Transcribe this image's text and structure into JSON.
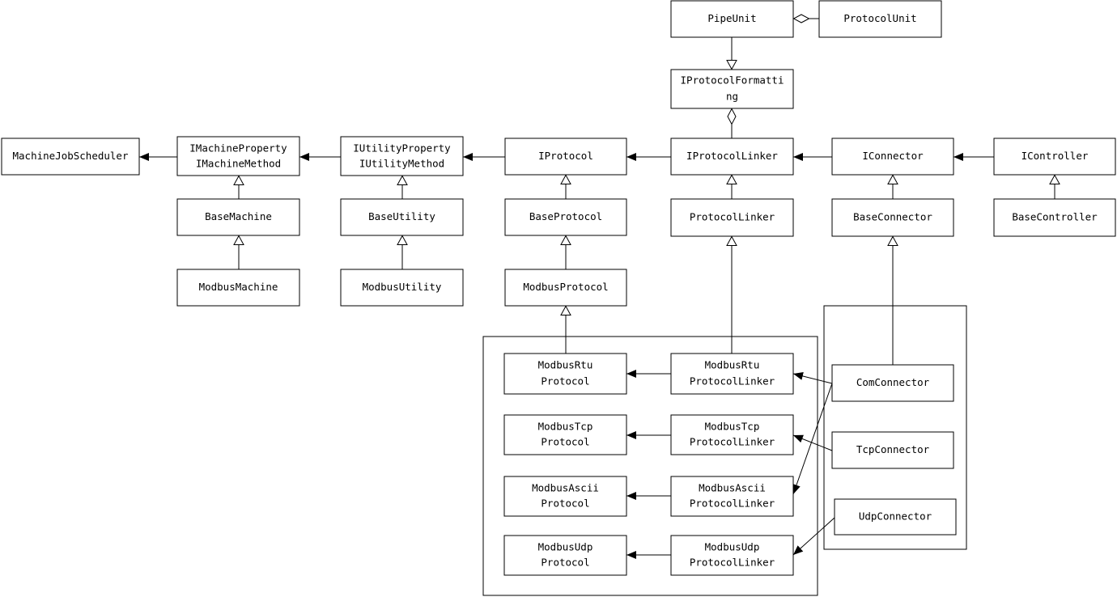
{
  "diagram": {
    "classes": [
      {
        "id": "pipeunit",
        "lines": [
          "PipeUnit"
        ]
      },
      {
        "id": "protocolunit",
        "lines": [
          "ProtocolUnit"
        ]
      },
      {
        "id": "iprotocolformatting",
        "lines": [
          "IProtocolFormatti",
          "ng"
        ]
      },
      {
        "id": "machinejobscheduler",
        "lines": [
          "MachineJobScheduler"
        ]
      },
      {
        "id": "imachine",
        "lines": [
          "IMachineProperty",
          "IMachineMethod"
        ]
      },
      {
        "id": "iutility",
        "lines": [
          "IUtilityProperty",
          "IUtilityMethod"
        ]
      },
      {
        "id": "iprotocol",
        "lines": [
          "IProtocol"
        ]
      },
      {
        "id": "iprotocollinker",
        "lines": [
          "IProtocolLinker"
        ]
      },
      {
        "id": "iconnector",
        "lines": [
          "IConnector"
        ]
      },
      {
        "id": "icontroller",
        "lines": [
          "IController"
        ]
      },
      {
        "id": "basemachine",
        "lines": [
          "BaseMachine"
        ]
      },
      {
        "id": "baseutility",
        "lines": [
          "BaseUtility"
        ]
      },
      {
        "id": "baseprotocol",
        "lines": [
          "BaseProtocol"
        ]
      },
      {
        "id": "protocollinker",
        "lines": [
          "ProtocolLinker"
        ]
      },
      {
        "id": "baseconnector",
        "lines": [
          "BaseConnector"
        ]
      },
      {
        "id": "basecontroller",
        "lines": [
          "BaseController"
        ]
      },
      {
        "id": "modbusmachine",
        "lines": [
          "ModbusMachine"
        ]
      },
      {
        "id": "modbusutility",
        "lines": [
          "ModbusUtility"
        ]
      },
      {
        "id": "modbusprotocol",
        "lines": [
          "ModbusProtocol"
        ]
      },
      {
        "id": "modbusrtuprotocol",
        "lines": [
          "ModbusRtu",
          "Protocol"
        ]
      },
      {
        "id": "modbusrtulinker",
        "lines": [
          "ModbusRtu",
          "ProtocolLinker"
        ]
      },
      {
        "id": "modbustcpprotocol",
        "lines": [
          "ModbusTcp",
          "Protocol"
        ]
      },
      {
        "id": "modbustcplinker",
        "lines": [
          "ModbusTcp",
          "ProtocolLinker"
        ]
      },
      {
        "id": "modbusasciiprotocol",
        "lines": [
          "ModbusAscii",
          "Protocol"
        ]
      },
      {
        "id": "modbusasciilinker",
        "lines": [
          "ModbusAscii",
          "ProtocolLinker"
        ]
      },
      {
        "id": "modbusudpprotocol",
        "lines": [
          "ModbusUdp",
          "Protocol"
        ]
      },
      {
        "id": "modbusudplinker",
        "lines": [
          "ModbusUdp",
          "ProtocolLinker"
        ]
      },
      {
        "id": "comconnector",
        "lines": [
          "ComConnector"
        ]
      },
      {
        "id": "tcpconnector",
        "lines": [
          "TcpConnector"
        ]
      },
      {
        "id": "udpconnector",
        "lines": [
          "UdpConnector"
        ]
      }
    ],
    "relations": [
      {
        "from": "protocolunit",
        "to": "pipeunit",
        "type": "aggregation"
      },
      {
        "from": "pipeunit",
        "to": "iprotocolformatting",
        "type": "inheritance"
      },
      {
        "from": "iprotocollinker",
        "to": "iprotocolformatting",
        "type": "aggregation"
      },
      {
        "from": "imachine",
        "to": "machinejobscheduler",
        "type": "association"
      },
      {
        "from": "iutility",
        "to": "imachine",
        "type": "association"
      },
      {
        "from": "iprotocol",
        "to": "iutility",
        "type": "association"
      },
      {
        "from": "iprotocollinker",
        "to": "iprotocol",
        "type": "association"
      },
      {
        "from": "iconnector",
        "to": "iprotocollinker",
        "type": "association"
      },
      {
        "from": "icontroller",
        "to": "iconnector",
        "type": "association"
      },
      {
        "from": "basemachine",
        "to": "imachine",
        "type": "inheritance"
      },
      {
        "from": "baseutility",
        "to": "iutility",
        "type": "inheritance"
      },
      {
        "from": "baseprotocol",
        "to": "iprotocol",
        "type": "inheritance"
      },
      {
        "from": "protocollinker",
        "to": "iprotocollinker",
        "type": "inheritance"
      },
      {
        "from": "baseconnector",
        "to": "iconnector",
        "type": "inheritance"
      },
      {
        "from": "basecontroller",
        "to": "icontroller",
        "type": "inheritance"
      },
      {
        "from": "modbusmachine",
        "to": "basemachine",
        "type": "inheritance"
      },
      {
        "from": "modbusutility",
        "to": "baseutility",
        "type": "inheritance"
      },
      {
        "from": "modbusprotocol",
        "to": "baseprotocol",
        "type": "inheritance"
      },
      {
        "from": "modbusrtuprotocol",
        "to": "modbusprotocol",
        "type": "inheritance"
      },
      {
        "from": "modbusrtulinker",
        "to": "protocollinker",
        "type": "inheritance"
      },
      {
        "from": "comconnector",
        "to": "baseconnector",
        "type": "inheritance"
      },
      {
        "from": "modbusrtulinker",
        "to": "modbusrtuprotocol",
        "type": "association"
      },
      {
        "from": "modbustcplinker",
        "to": "modbustcpprotocol",
        "type": "association"
      },
      {
        "from": "modbusasciilinker",
        "to": "modbusasciiprotocol",
        "type": "association"
      },
      {
        "from": "modbusudplinker",
        "to": "modbusudpprotocol",
        "type": "association"
      },
      {
        "from": "comconnector",
        "to": "modbusrtulinker",
        "type": "association"
      },
      {
        "from": "comconnector",
        "to": "modbusasciilinker",
        "type": "association"
      },
      {
        "from": "tcpconnector",
        "to": "modbustcplinker",
        "type": "association"
      },
      {
        "from": "udpconnector",
        "to": "modbusudplinker",
        "type": "association"
      }
    ]
  }
}
